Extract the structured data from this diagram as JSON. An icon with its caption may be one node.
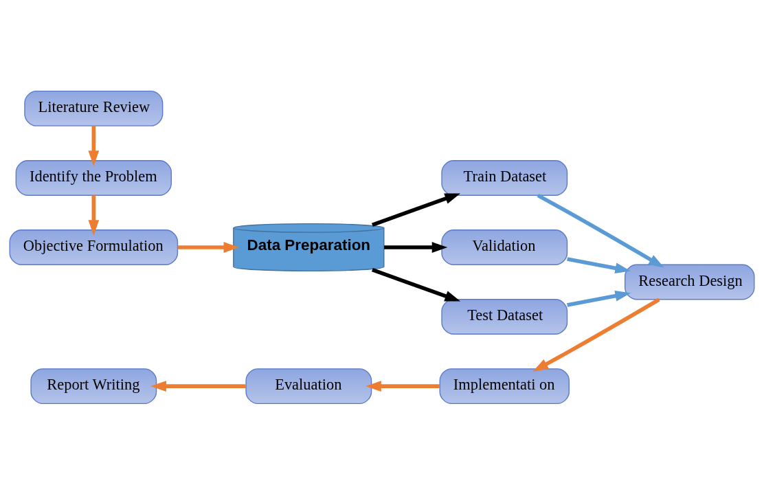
{
  "diagram": {
    "nodes": [
      {
        "text": [
          "Literature Review"
        ]
      },
      {
        "text": [
          "Identify the Problem"
        ]
      },
      {
        "text": [
          "Objective Formulation"
        ]
      },
      {
        "text": [
          "Data Preparation"
        ]
      },
      {
        "text": [
          "Train Dataset"
        ]
      },
      {
        "text": [
          "Validation"
        ]
      },
      {
        "text": [
          "Test Dataset"
        ]
      },
      {
        "text": [
          "Research Design"
        ]
      },
      {
        "text": [
          "Implementati on"
        ]
      },
      {
        "text": [
          "Evaluation"
        ]
      },
      {
        "text": [
          "Report Writing"
        ]
      }
    ],
    "edges": [
      {
        "from": 0,
        "to": 1,
        "arrow": "to"
      },
      {
        "from": 1,
        "to": 2,
        "arrow": "to"
      },
      {
        "from": 2,
        "to": 3,
        "arrow": "to"
      },
      {
        "from": 3,
        "to": 4,
        "arrow": "to",
        "color": "#000000"
      },
      {
        "from": 3,
        "to": 5,
        "arrow": "to",
        "color": "#000000"
      },
      {
        "from": 3,
        "to": 6,
        "arrow": "to",
        "color": "#000000"
      },
      {
        "from": 4,
        "to": 7,
        "arrow": "to",
        "color": "#5b9bd5"
      },
      {
        "from": 5,
        "to": 7,
        "arrow": "to",
        "color": "#5b9bd5"
      },
      {
        "from": 6,
        "to": 7,
        "arrow": "to",
        "color": "#5b9bd5"
      },
      {
        "from": 7,
        "to": 8,
        "arrow": "to"
      },
      {
        "from": 8,
        "to": 9,
        "arrow": "to"
      },
      {
        "from": 9,
        "to": 10,
        "arrow": "to"
      }
    ]
  }
}
